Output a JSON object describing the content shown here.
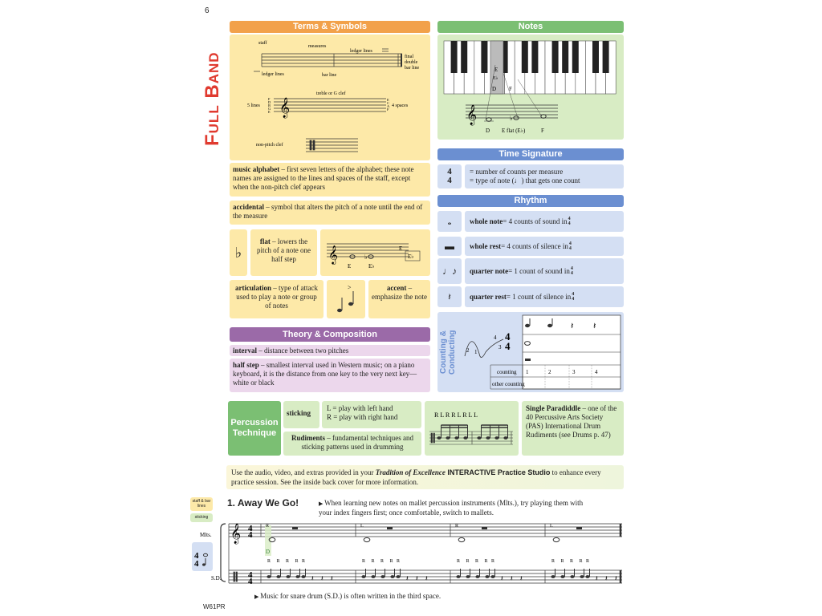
{
  "page_number": "6",
  "footer_code": "W61PR",
  "section_title": "Full Band",
  "terms": {
    "header": "Terms & Symbols",
    "staff": "staff",
    "measures": "measures",
    "ledger_lines_top": "ledger lines",
    "ledger_lines_bottom": "ledger lines",
    "bar_line": "bar line",
    "final_double_bar_line": [
      "final",
      "double",
      "bar line"
    ],
    "treble_clef": "treble or G clef",
    "five_lines": "5 lines",
    "four_spaces": "4 spaces",
    "line_letters": [
      "F",
      "D",
      "B",
      "G",
      "E"
    ],
    "space_letters": [
      "E",
      "C",
      "A",
      "F"
    ],
    "non_pitch_clef": "non-pitch clef"
  },
  "music_alphabet": {
    "term": "music alphabet",
    "def": " – first seven letters of the alphabet; these note names are assigned to the lines and spaces of the staff, except when the non-pitch clef appears"
  },
  "accidental": {
    "term": "accidental",
    "def": " – symbol that alters the pitch of a note until the end of the measure"
  },
  "flat": {
    "term": "flat",
    "def": " – lowers the pitch of a note one half step",
    "note_e": "E",
    "note_eb": "E♭",
    "note_e2": "E",
    "note_eb2": "E♭"
  },
  "articulation": {
    "term": "articulation",
    "def": " – type of attack used to play a note or group of notes"
  },
  "accent": {
    "term": "accent",
    "def": " – emphasize the note"
  },
  "theory": {
    "header": "Theory & Composition",
    "interval_term": "interval",
    "interval_def": " – distance between two pitches",
    "half_step_term": "half step",
    "half_step_def": " – smallest interval used in Western music; on a piano keyboard, it is the distance from one key to the very next key—white or black"
  },
  "notes": {
    "header": "Notes",
    "key_e": "E",
    "key_eb": "E♭",
    "key_d": "D",
    "key_f": "F",
    "label_d": "D",
    "label_eflat": "E flat (E♭)",
    "label_f": "F"
  },
  "time_signature": {
    "header": "Time Signature",
    "top": "4",
    "bottom": "4",
    "line1": "= number of counts per measure",
    "line2": "= type of note (♩) that gets one count"
  },
  "rhythm": {
    "header": "Rhythm",
    "rows": [
      {
        "term": "whole note",
        "def": " = 4 counts of sound in "
      },
      {
        "term": "whole rest",
        "def": " = 4 counts of silence in "
      },
      {
        "term": "quarter note",
        "def": " = 1 count of sound in "
      },
      {
        "term": "quarter rest",
        "def": " = 1 count of silence in "
      }
    ],
    "ts_top": "4",
    "ts_bottom": "4"
  },
  "counting": {
    "label": "Counting & Conducting",
    "conduct_nums": [
      "4",
      "2",
      "1",
      "3"
    ],
    "row_counting": "counting",
    "row_other": "other counting",
    "counts": [
      "1",
      "2",
      "3",
      "4"
    ],
    "ts_top": "4",
    "ts_bottom": "4"
  },
  "percussion": {
    "header": "Percussion Technique",
    "sticking_term": "sticking",
    "l_def": "L = play with left hand",
    "r_def": "R = play with right hand",
    "rudiments_term": "Rudiments",
    "rudiments_def": " – fundamental techniques and sticking patterns used in drumming",
    "paradiddle_sticking": "R L R R   L R L L",
    "paradiddle_term": "Single Paradiddle",
    "paradiddle_def": " – one of the 40 Percussive Arts Society (PAS) International Drum Rudiments (see Drums p. 47)"
  },
  "promo": {
    "text1": "Use the audio, video, and extras provided in your ",
    "italic": "Tradition of Excellence",
    "bold": " INTERACTIVE Practice Studio",
    "text2": " to enhance every practice session. See the inside back cover for more information."
  },
  "exercise": {
    "tag1": "staff & bar lines",
    "tag2": "sticking",
    "title": "1. Away We Go!",
    "instruction": "When learning new notes on mallet percussion instruments (Mlts.), try playing them with your index fingers first; once comfortable, switch to mallets.",
    "mlts_label": "Mlts.",
    "sd_label": "S.D.",
    "mallet_sticking": [
      "R",
      "L",
      "R",
      "L"
    ],
    "note_label": "D",
    "sd_sticking": [
      "R R R R",
      "R",
      "R R R R",
      "R",
      "R R R R",
      "R",
      "R R R R",
      "R"
    ],
    "footnote": "Music for snare drum (S.D.) is often written in the third space."
  },
  "colors": {
    "orange": "#f2a14a",
    "orange_light": "#fde9a8",
    "green": "#7bbf73",
    "green_light": "#d8ecc4",
    "blue": "#6b8fd1",
    "blue_light": "#d4dff3",
    "purple": "#9b6aa8",
    "purple_light": "#ecd7ec",
    "red": "#e03a2f"
  }
}
